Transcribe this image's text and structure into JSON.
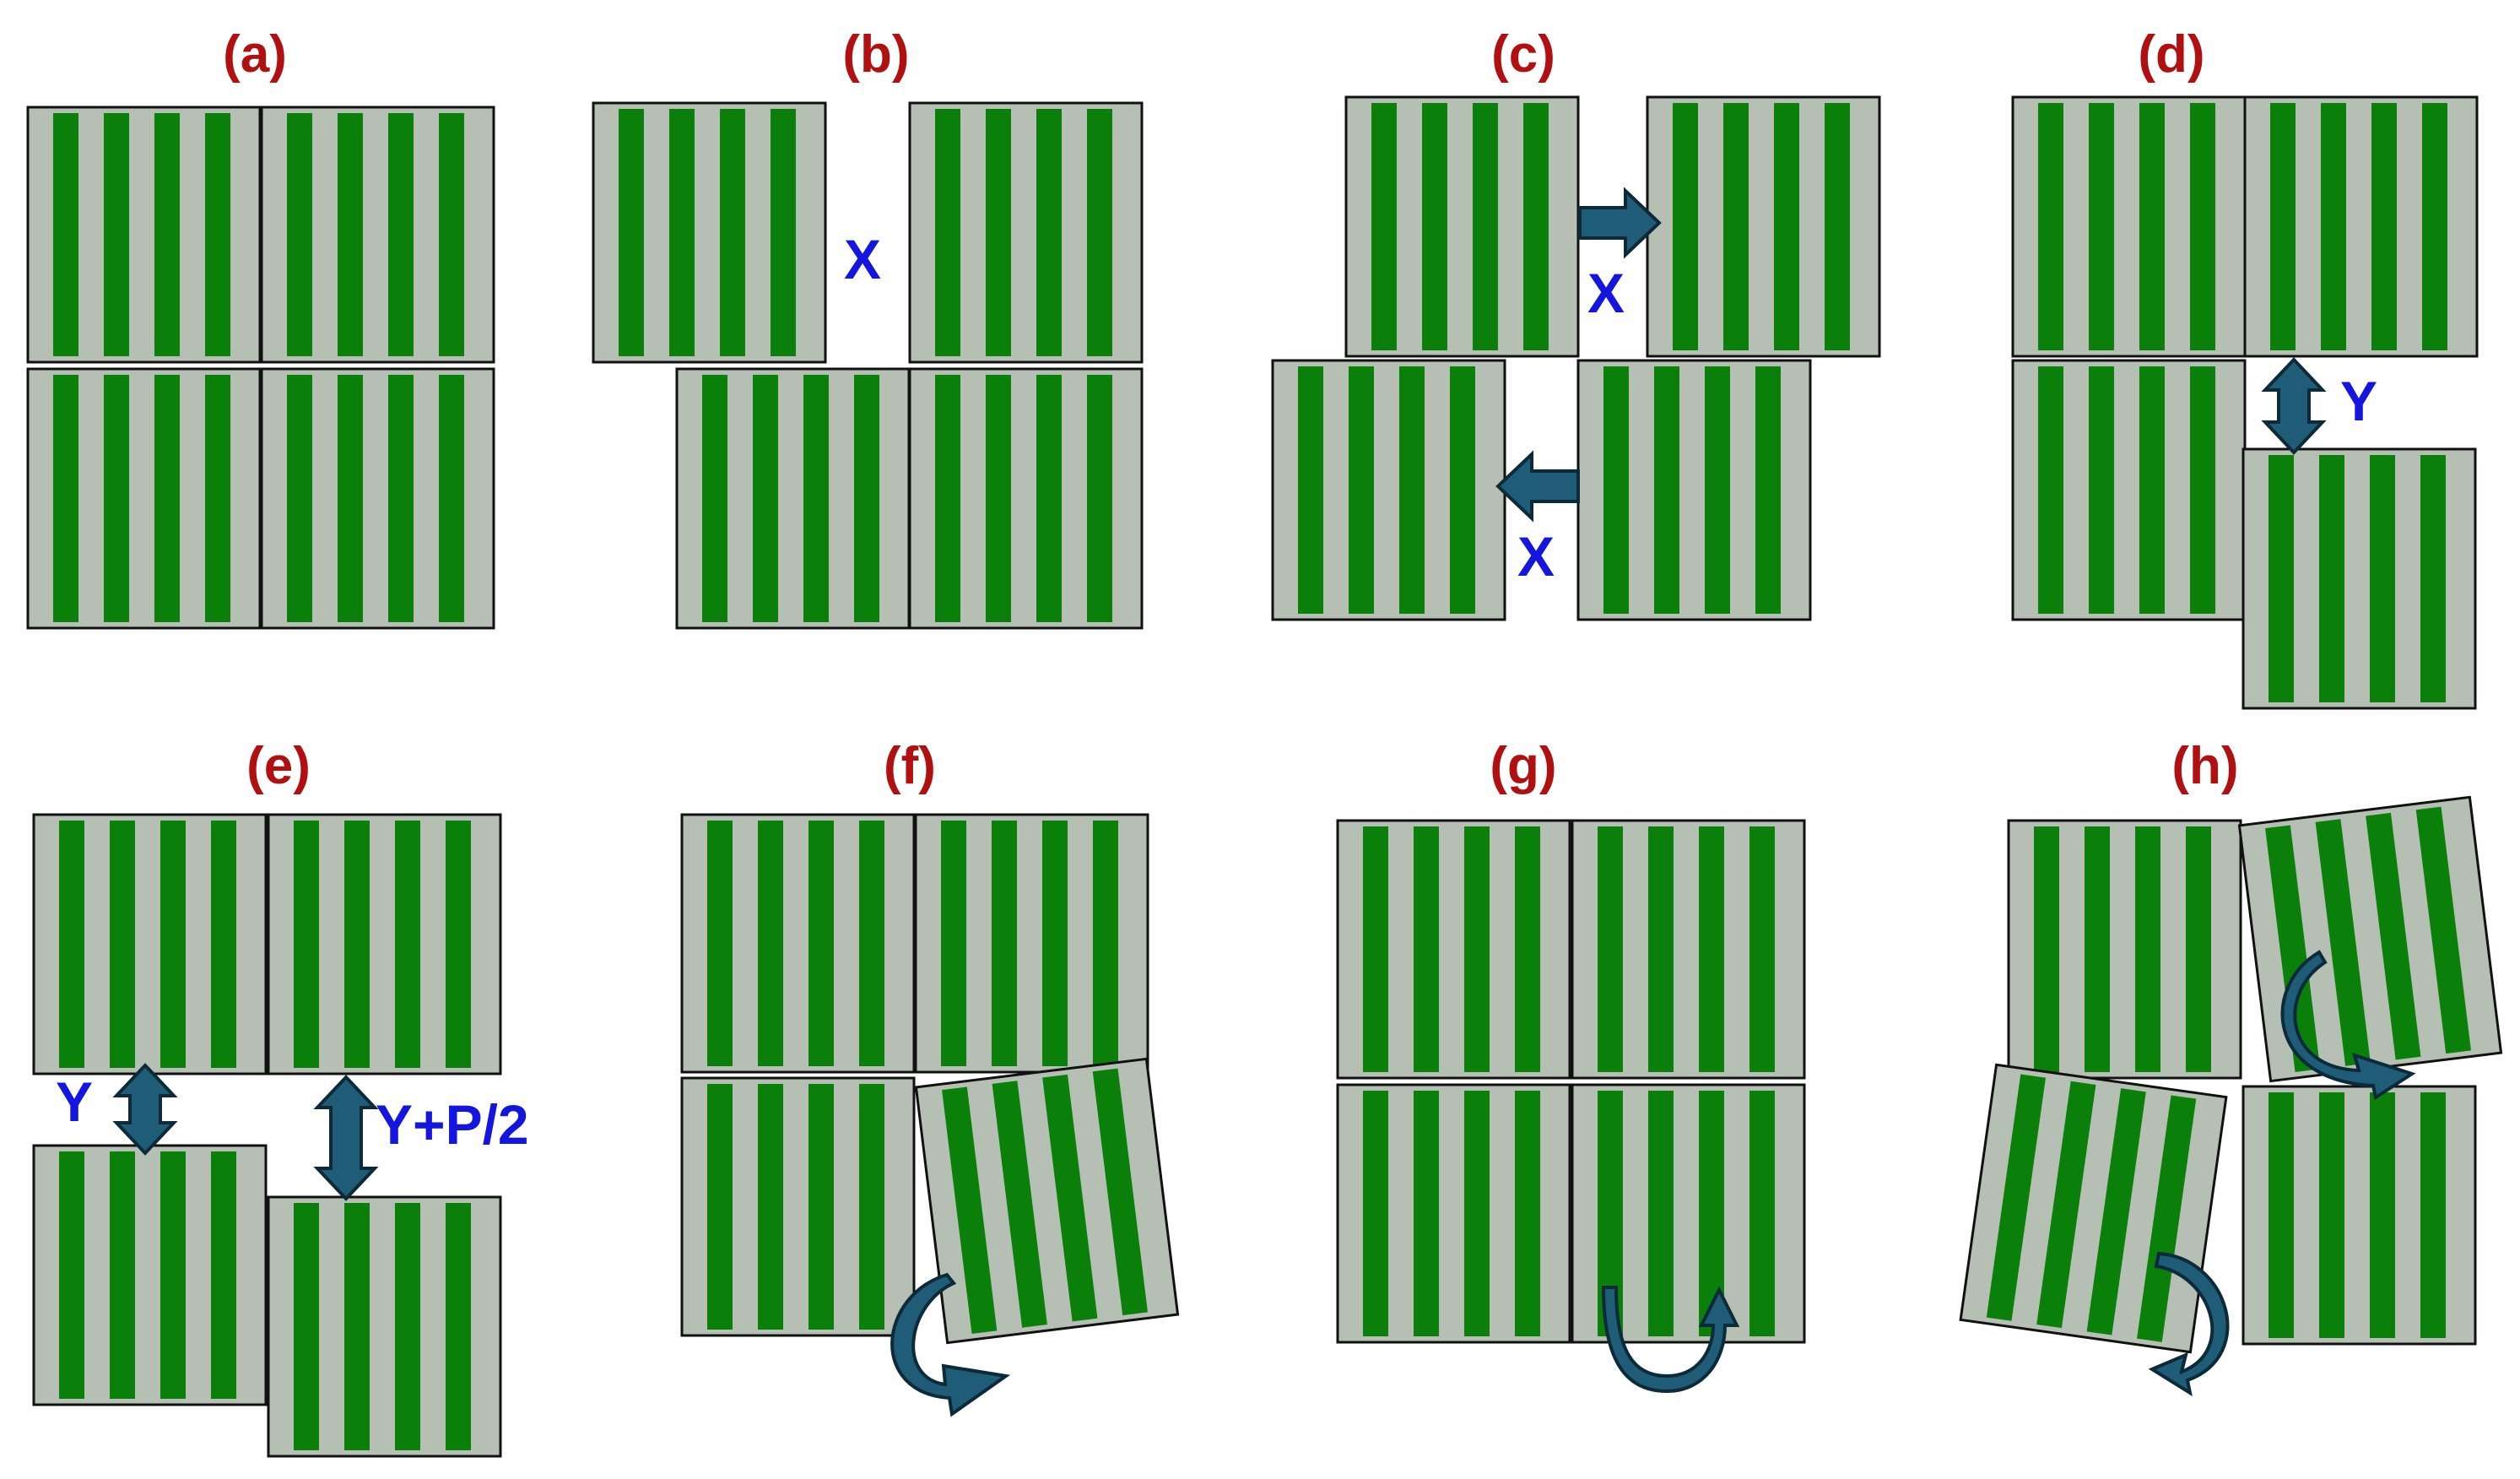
{
  "panels": [
    {
      "label": "(a)"
    },
    {
      "label": "(b)",
      "shift_labels": [
        "X"
      ]
    },
    {
      "label": "(c)",
      "shift_labels": [
        "X",
        "X"
      ]
    },
    {
      "label": "(d)",
      "shift_labels": [
        "Y"
      ]
    },
    {
      "label": "(e)",
      "shift_labels": [
        "Y",
        "Y+P/2"
      ]
    },
    {
      "label": "(f)"
    },
    {
      "label": "(g)"
    },
    {
      "label": "(h)"
    }
  ],
  "colors": {
    "stripe_dark": "#0a800a",
    "stripe_light": "#b6bfb4",
    "tile_border": "#111111",
    "arrow_fill": "#1e5c78",
    "arrow_stroke": "#0c2a38",
    "panel_label": "#b01010",
    "shift_label": "#1515e0"
  },
  "icons": {
    "tile": "striped-grating-tile",
    "shift": "block-arrow",
    "displacement": "double-headed-arrow",
    "rotation": "curved-arrow"
  }
}
